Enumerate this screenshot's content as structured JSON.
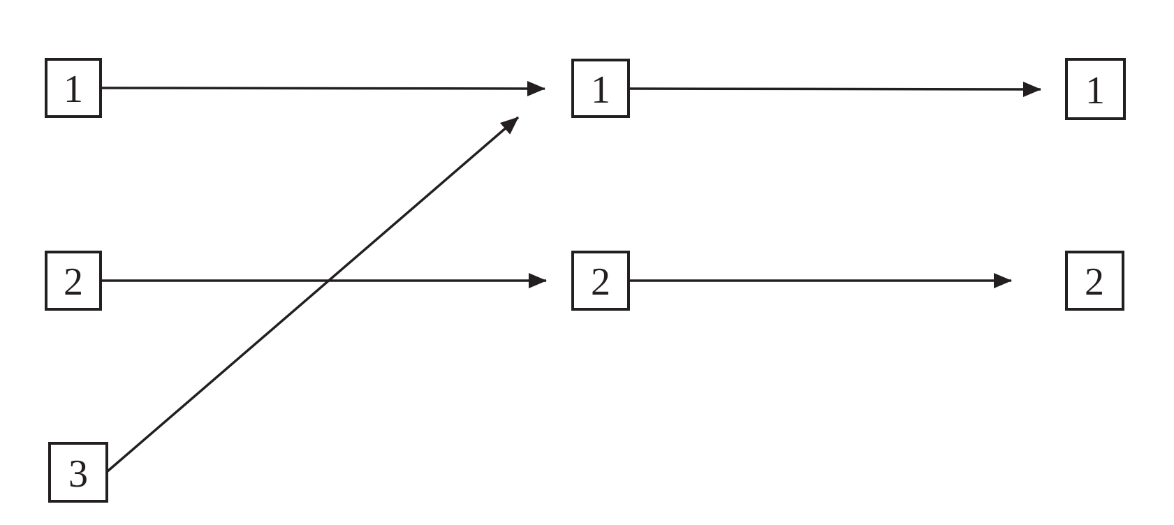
{
  "diagram": {
    "title": "function-composition-mapping",
    "background_color": "#ffffff",
    "ink_color": "#231f20",
    "columns": [
      {
        "id": "left",
        "nodes": [
          {
            "id": "left-1",
            "label": "1"
          },
          {
            "id": "left-2",
            "label": "2"
          },
          {
            "id": "left-3",
            "label": "3"
          }
        ]
      },
      {
        "id": "middle",
        "nodes": [
          {
            "id": "middle-1",
            "label": "1"
          },
          {
            "id": "middle-2",
            "label": "2"
          }
        ]
      },
      {
        "id": "right",
        "nodes": [
          {
            "id": "right-1",
            "label": "1"
          },
          {
            "id": "right-2",
            "label": "2"
          }
        ]
      }
    ],
    "mappings": [
      {
        "from": "left-1",
        "to": "middle-1",
        "style": "horizontal-arrow"
      },
      {
        "from": "left-2",
        "to": "middle-2",
        "style": "horizontal-arrow"
      },
      {
        "from": "left-3",
        "to": "middle-1",
        "style": "diagonal-arrow"
      },
      {
        "from": "middle-1",
        "to": "right-1",
        "style": "horizontal-arrow"
      },
      {
        "from": "middle-2",
        "to": "right-2",
        "style": "horizontal-arrow"
      }
    ]
  }
}
